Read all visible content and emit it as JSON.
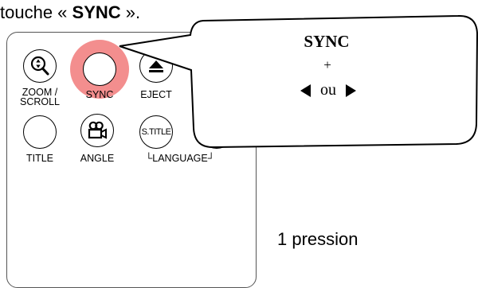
{
  "instruction": {
    "prefix": "touche « ",
    "key": "SYNC",
    "suffix": " »."
  },
  "remote": {
    "buttons": {
      "zoom_scroll": {
        "label_line1": "ZOOM /",
        "label_line2": "SCROLL"
      },
      "sync": {
        "label": "SYNC"
      },
      "eject": {
        "label": "EJECT"
      },
      "title": {
        "label": "TITLE"
      },
      "angle": {
        "label": "ANGLE"
      },
      "subtitle": {
        "glyph": "S.TITLE"
      },
      "language": {
        "label": "└LANGUAGE┘"
      }
    },
    "highlight_color": "#f06e6e"
  },
  "bubble": {
    "title": "SYNC",
    "plus": "+",
    "or_word": "ou"
  },
  "footer": {
    "press_count": "1 pression"
  }
}
